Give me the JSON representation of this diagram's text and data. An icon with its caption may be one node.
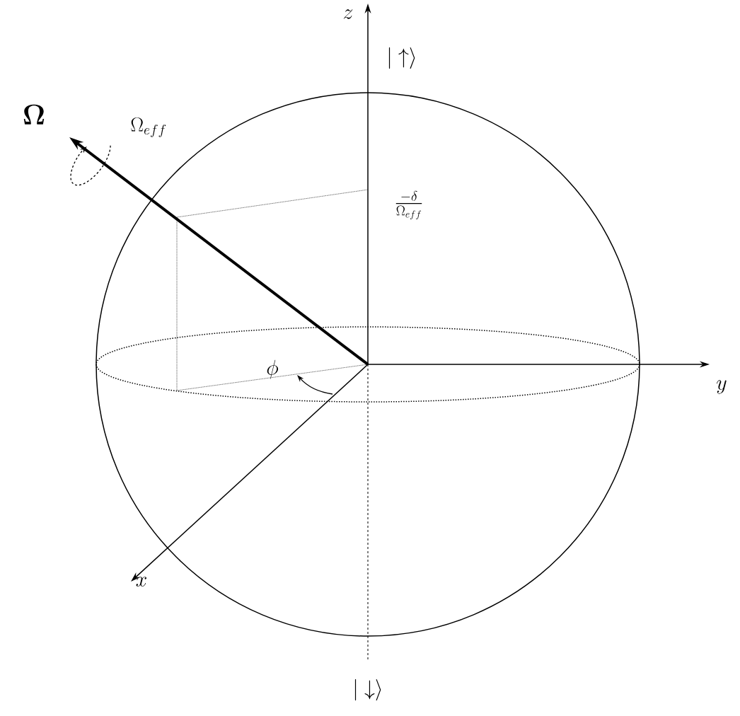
{
  "diagram": {
    "labels": [
      "z",
      "|\\uparrow\\rangle",
      "\\boldsymbol{\\Omega}",
      "\\Omega_{eff}",
      "\\frac{-\\delta}{\\Omega_{eff}}",
      "\\phi",
      "y",
      "x",
      "|\\downarrow\\rangle"
    ]
  }
}
